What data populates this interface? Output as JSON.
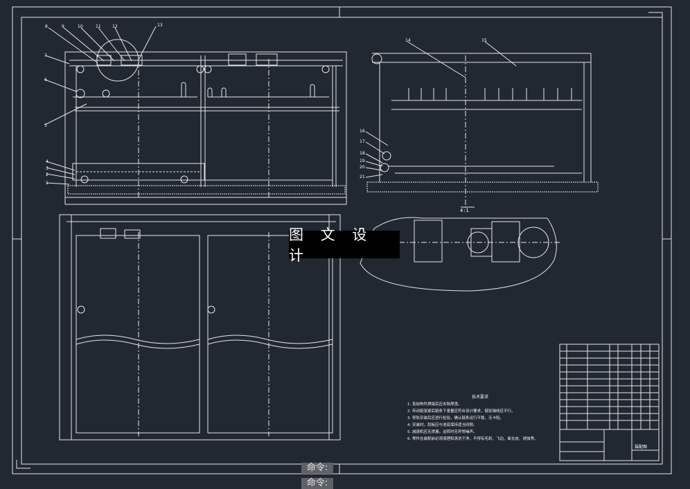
{
  "drawing": {
    "watermark_text": "图 文 设 计",
    "command_line_labels": [
      "命令:",
      "命令:"
    ],
    "part_callouts": [
      "1",
      "2",
      "3",
      "4",
      "5",
      "6",
      "7",
      "8",
      "9",
      "10",
      "11",
      "12",
      "13",
      "14",
      "15",
      "16",
      "17",
      "18",
      "19",
      "20",
      "21"
    ],
    "detail_view_label": "4:1",
    "tech_requirements": {
      "title": "技术要求",
      "lines": [
        "1. 各结构件焊接后应去除焊渣。",
        "2. 传动链张紧后链条下垂量应符合设计要求，链轮轴线应平行。",
        "3. 导轨安装后应进行检验，确认链条运行平稳，无卡阻。",
        "4. 安装时，刮板应与池底保持适当间隙。",
        "5. 减速机应无渗漏，运转时无异常噪声。",
        "6. 零件在装配前必须清理和清洗干净，不得有毛刺、飞边、氧化皮、锈蚀等。"
      ]
    },
    "title_block_name": "装配图",
    "colors": {
      "background": "#212832",
      "line": "#e8e8e8",
      "watermark_bg": "#000000",
      "command_bg": "#5e6166"
    }
  }
}
